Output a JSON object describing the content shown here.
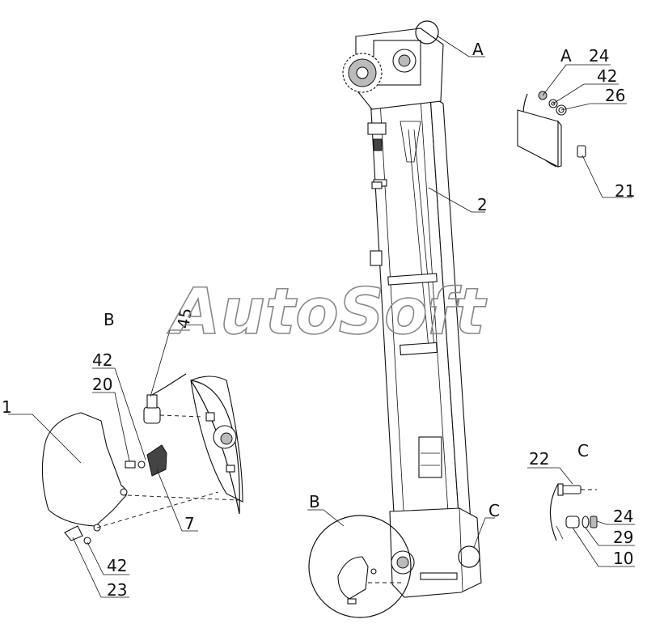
{
  "watermark": "AutoSoft",
  "view_labels": {
    "a_main": "A",
    "a_detail": "A",
    "b_main": "B",
    "b_detail": "B",
    "c_main": "C",
    "c_detail": "C"
  },
  "callouts": {
    "p2": "2",
    "p24a": "24",
    "p42a": "42",
    "p26": "26",
    "p21": "21",
    "p45": "45",
    "p42b": "42",
    "p20": "20",
    "p1": "1",
    "p7": "7",
    "p42c": "42",
    "p23": "23",
    "p22": "22",
    "p24c": "24",
    "p29": "29",
    "p10": "10"
  }
}
